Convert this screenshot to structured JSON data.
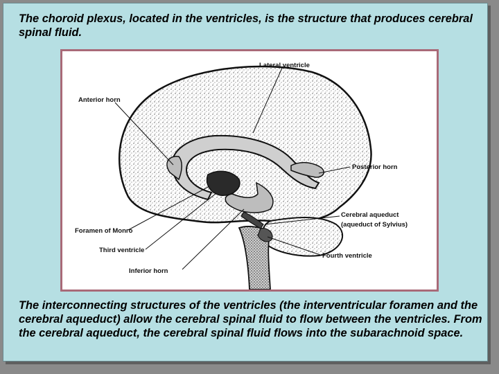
{
  "caption_top": "The choroid plexus, located in the ventricles, is the structure that produces cerebral spinal fluid.",
  "caption_bottom": "The interconnecting structures of the ventricles (the interventricular foramen and the cerebral aqueduct) allow the cerebral spinal fluid to flow between the ventricles. From the cerebral aqueduct, the cerebral spinal fluid flows into the subarachnoid space.",
  "diagram": {
    "labels": {
      "lateral_ventricle": "Lateral ventricle",
      "anterior_horn": "Anterior horn",
      "posterior_horn": "Posterior horn",
      "cerebral_aqueduct": "Cerebral aqueduct",
      "cerebral_aqueduct_alt": "(aqueduct of Sylvius)",
      "foramen_of_monro": "Foramen of Monro",
      "third_ventricle": "Third ventricle",
      "fourth_ventricle": "Fourth ventricle",
      "inferior_horn": "Inferior horn"
    }
  },
  "colors": {
    "background": "#8a8a8a",
    "panel": "#b6dfe3",
    "figure_border": "#a96a78",
    "figure_bg": "#ffffff"
  }
}
